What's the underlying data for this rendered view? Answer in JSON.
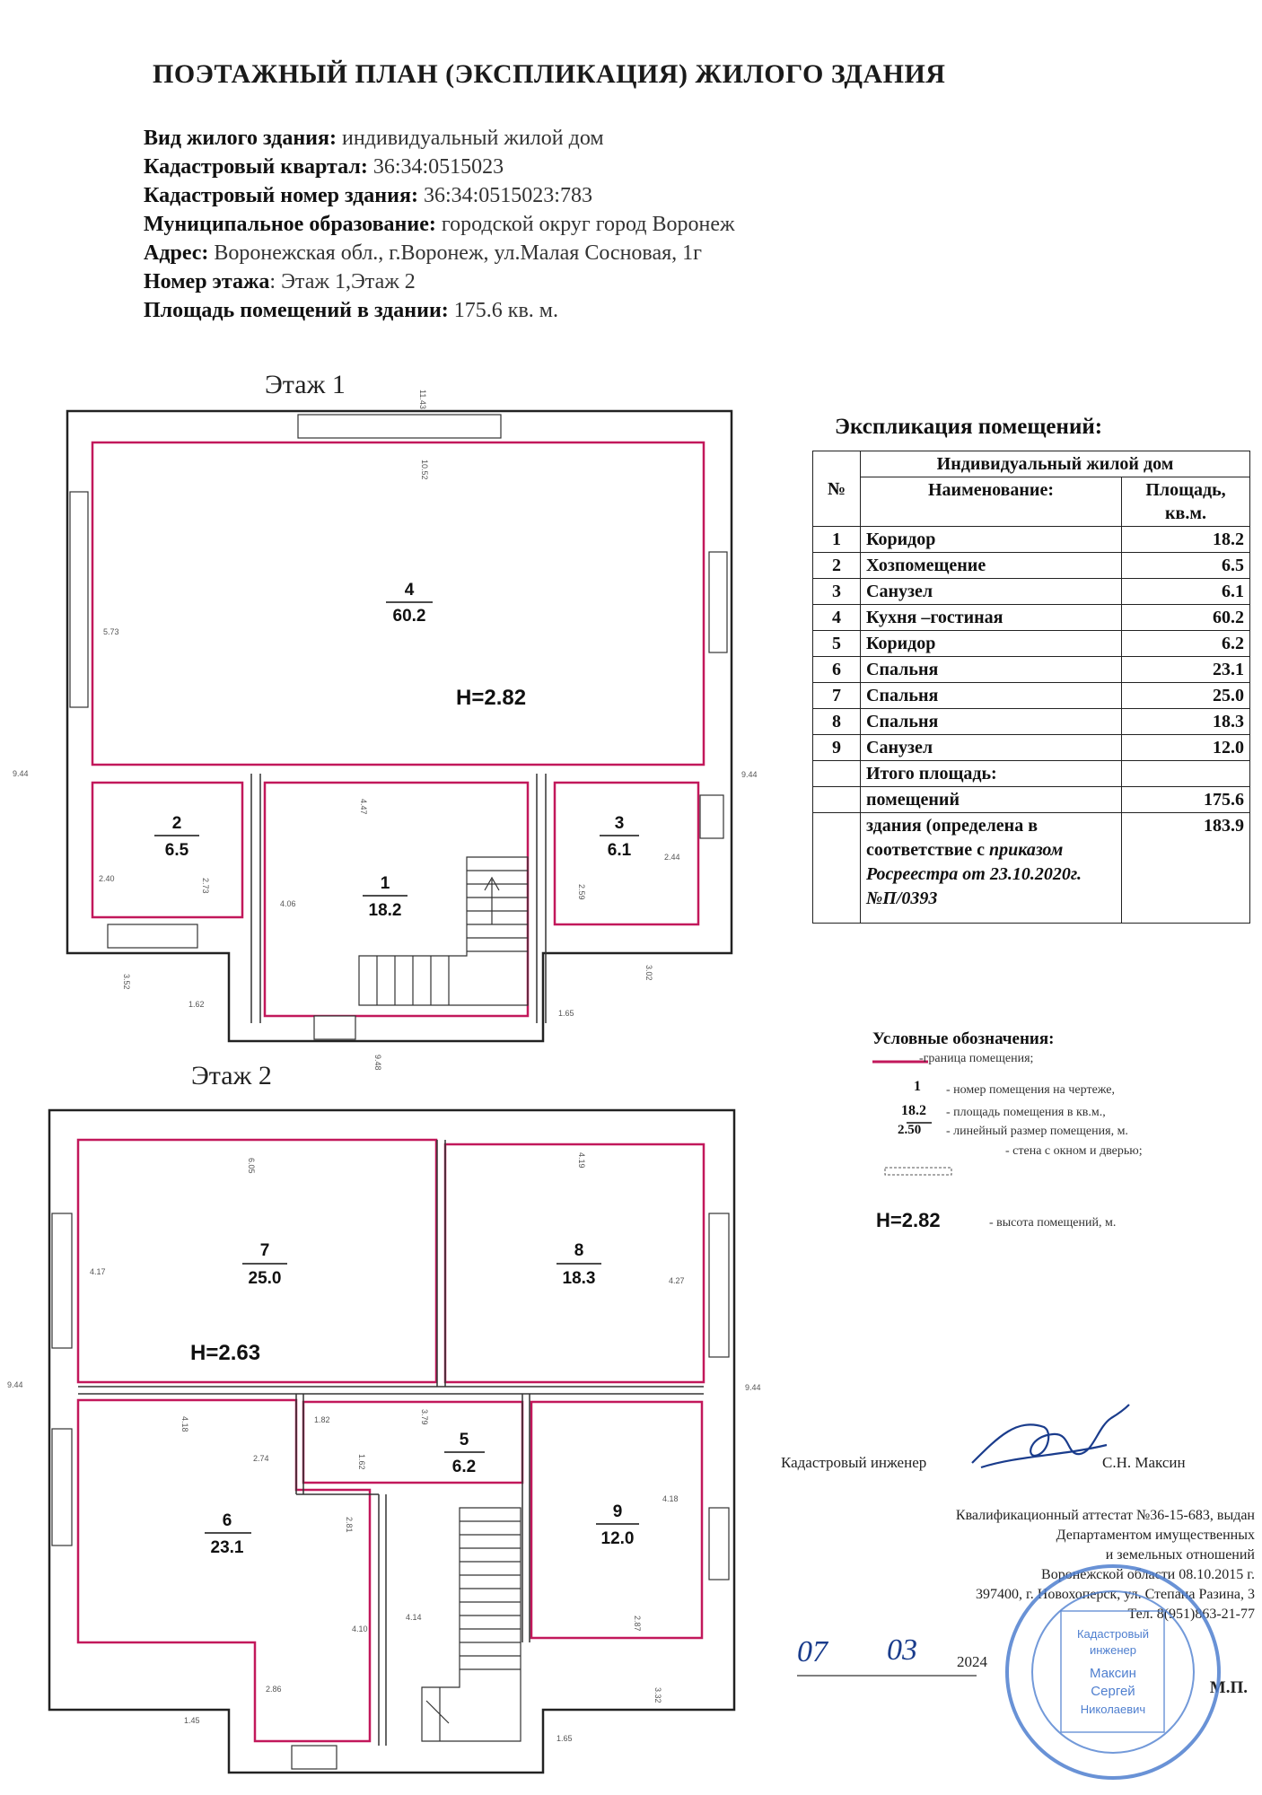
{
  "header": {
    "title": "ПОЭТАЖНЫЙ ПЛАН (ЭКСПЛИКАЦИЯ) ЖИЛОГО ЗДАНИЯ",
    "fields": [
      {
        "label": "Вид жилого здания:",
        "value": "индивидуальный жилой дом"
      },
      {
        "label": "Кадастровый квартал:",
        "value": "36:34:0515023"
      },
      {
        "label": "Кадастровый номер здания:",
        "value": "36:34:0515023:783"
      },
      {
        "label": "Муниципальное образование:",
        "value": "городской округ город Воронеж"
      },
      {
        "label": "Адрес:",
        "value": "Воронежская обл., г.Воронеж, ул.Малая Сосновая, 1г"
      },
      {
        "label": "Номер этажа",
        "value": ": Этаж 1,Этаж 2"
      },
      {
        "label": "Площадь помещений в здании:",
        "value": "175.6 кв. м."
      }
    ]
  },
  "floor1": {
    "title": "Этаж 1",
    "height": "H=2.82",
    "rooms": [
      {
        "num": "4",
        "area": "60.2"
      },
      {
        "num": "2",
        "area": "6.5"
      },
      {
        "num": "1",
        "area": "18.2"
      },
      {
        "num": "3",
        "area": "6.1"
      }
    ],
    "dims": [
      "11.43",
      "10.52",
      "5.73",
      "9.44",
      "9.44",
      "2.40",
      "2.73",
      "4.06",
      "4.47",
      "2.59",
      "2.44",
      "3.52",
      "1.62",
      "1.65",
      "3.02",
      "9.48"
    ]
  },
  "floor2": {
    "title": "Этаж 2",
    "height": "H=2.63",
    "rooms": [
      {
        "num": "7",
        "area": "25.0"
      },
      {
        "num": "8",
        "area": "18.3"
      },
      {
        "num": "5",
        "area": "6.2"
      },
      {
        "num": "6",
        "area": "23.1"
      },
      {
        "num": "9",
        "area": "12.0"
      }
    ],
    "dims": [
      "6.05",
      "4.19",
      "4.17",
      "4.27",
      "9.44",
      "9.44",
      "1.82",
      "3.79",
      "2.74",
      "1.62",
      "4.18",
      "4.18",
      "2.81",
      "4.10",
      "4.14",
      "2.87",
      "2.86",
      "1.45",
      "1.65",
      "3.32"
    ]
  },
  "explication": {
    "title": "Экспликация помещений:",
    "col_num": "№",
    "col_group": "Индивидуальный жилой дом",
    "col_name": "Наименование:",
    "col_area": "Площадь, кв.м.",
    "rows": [
      {
        "num": "1",
        "name": "Коридор",
        "area": "18.2"
      },
      {
        "num": "2",
        "name": "Хозпомещение",
        "area": "6.5"
      },
      {
        "num": "3",
        "name": "Санузел",
        "area": "6.1"
      },
      {
        "num": "4",
        "name": "Кухня –гостиная",
        "area": "60.2"
      },
      {
        "num": "5",
        "name": "Коридор",
        "area": "6.2"
      },
      {
        "num": "6",
        "name": "Спальня",
        "area": "23.1"
      },
      {
        "num": "7",
        "name": "Спальня",
        "area": "25.0"
      },
      {
        "num": "8",
        "name": "Спальня",
        "area": "18.3"
      },
      {
        "num": "9",
        "name": "Санузел",
        "area": "12.0"
      }
    ],
    "total_label": "Итого площадь:",
    "total_rooms_label": "помещений",
    "total_rooms_area": "175.6",
    "building_label": "здания (определена в соответствие с",
    "building_label_italic": "приказом Росреестра от 23.10.2020г. №П/0393",
    "building_area": "183.9"
  },
  "legend": {
    "title": "Условные обозначения:",
    "boundary": "-граница помещения;",
    "sample_num": "1",
    "sample_area": "18.2",
    "sample_dim": "2.50",
    "num_desc": "- номер помещения на чертеже,",
    "area_desc": "- площадь помещения в кв.м.,",
    "dim_desc": "- линейный размер помещения, м.",
    "wall_desc": "- стена с окном и дверью;",
    "sample_height": "H=2.82",
    "height_desc": "- высота помещений, м."
  },
  "engineer": {
    "label": "Кадастровый инженер",
    "name": "С.Н. Максин",
    "cert": "Квалификационный аттестат №36-15-683, выдан",
    "dept1": "Департаментом имущественных",
    "dept2": "и земельных отношений",
    "dept3": "Воронежской области 08.10.2015 г.",
    "address": "397400, г. Новохоперск, ул. Степана Разина, 3",
    "phone": "Тел. 8(951)863-21-77",
    "day": "07",
    "month": "03",
    "year": "2024",
    "mp": "М.П.",
    "stamp_text": [
      "Кадастровый",
      "инженер",
      "Максин",
      "Сергей",
      "Николаевич"
    ]
  }
}
